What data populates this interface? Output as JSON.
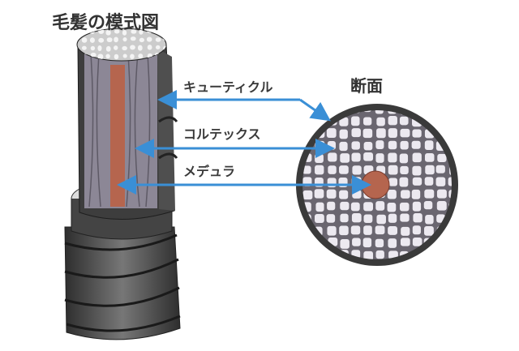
{
  "title": "毛髪の模式図",
  "cross_section_label": "断面",
  "labels": {
    "cuticle": "キューティクル",
    "cortex": "コルテックス",
    "medulla": "メデュラ"
  },
  "colors": {
    "arrow": "#3a8fd6",
    "medulla": "#b5654e",
    "cuticle": "#4a4a4a",
    "cortex": "#8c8796"
  }
}
